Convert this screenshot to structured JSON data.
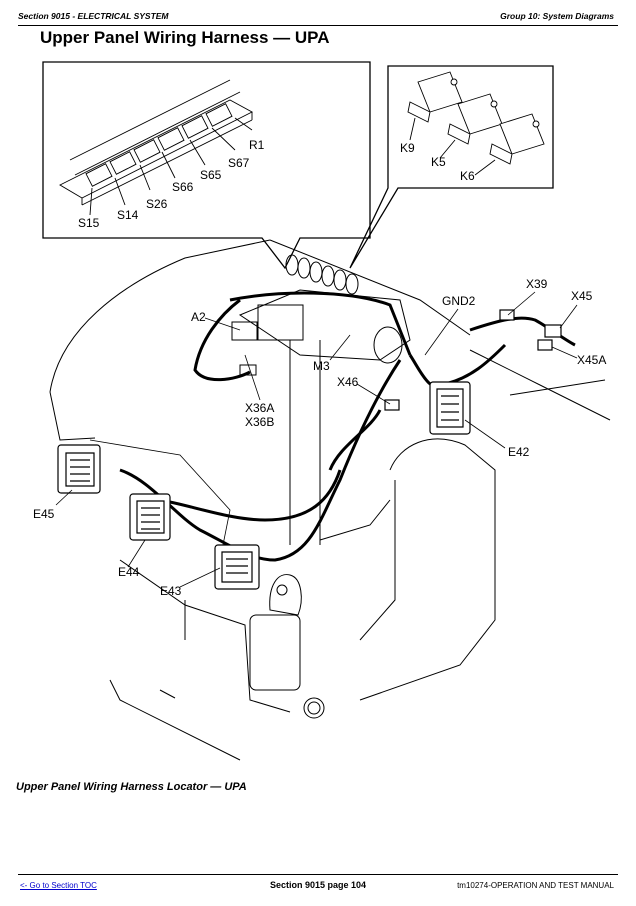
{
  "header": {
    "section": "Section 9015 - ELECTRICAL SYSTEM",
    "group": "Group 10: System Diagrams"
  },
  "page_title": "Upper Panel Wiring Harness — UPA",
  "figure_labels": {
    "R1": "R1",
    "S67": "S67",
    "S65": "S65",
    "S66": "S66",
    "S26": "S26",
    "S14": "S14",
    "S15": "S15",
    "K9": "K9",
    "K5": "K5",
    "K6": "K6",
    "A2": "A2",
    "M3": "M3",
    "X36A": "X36A",
    "X36B": "X36B",
    "X46": "X46",
    "GND2": "GND2",
    "X39": "X39",
    "X45": "X45",
    "X45A": "X45A",
    "E42": "E42",
    "E43": "E43",
    "E44": "E44",
    "E45": "E45"
  },
  "caption": "Upper Panel Wiring Harness Locator — UPA",
  "footer": {
    "toc_link": "<- Go to Section TOC",
    "page": "Section 9015 page 104",
    "manual": "tm10274-OPERATION AND TEST MANUAL"
  }
}
